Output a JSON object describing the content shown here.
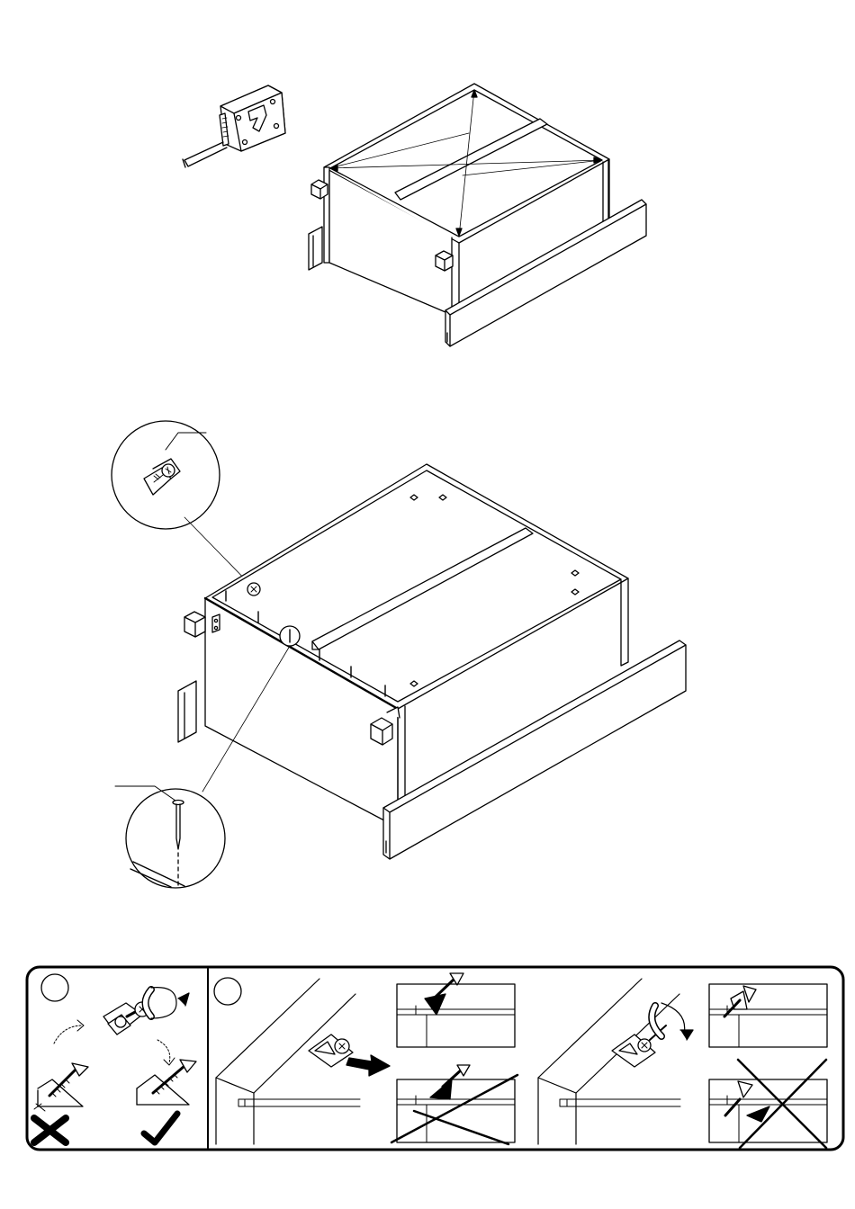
{
  "document": {
    "type": "assembly-instruction-sheet",
    "steps": [
      {
        "id": "measure-diagonals",
        "icon": "tape-measure-icon"
      },
      {
        "id": "nail-back-panel",
        "callouts": [
          "corner-bracket-detail",
          "nail-detail"
        ]
      }
    ],
    "tips_panel": {
      "sections": [
        {
          "id": "bracket-orientation",
          "marks": [
            "wrong",
            "correct"
          ]
        },
        {
          "id": "bracket-alignment",
          "marks": [
            "correct",
            "wrong",
            "correct",
            "wrong"
          ]
        }
      ]
    },
    "colors": {
      "ink": "#000000",
      "paper": "#ffffff"
    }
  }
}
